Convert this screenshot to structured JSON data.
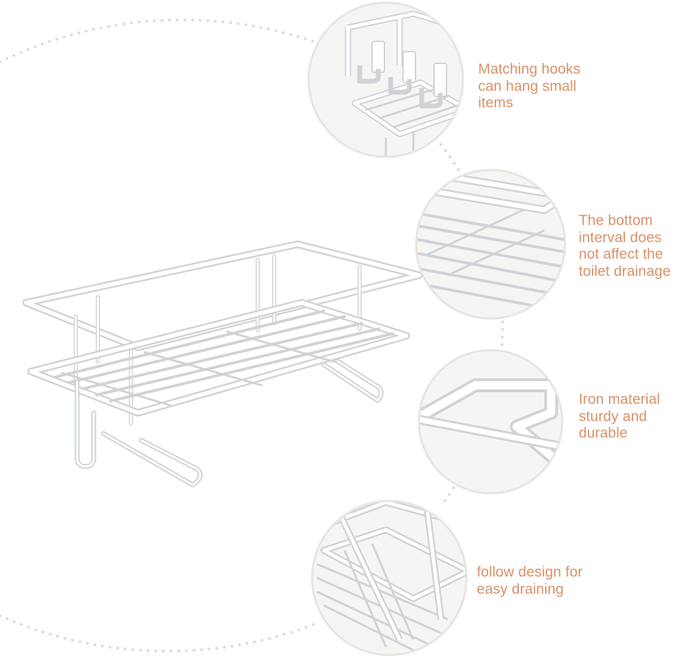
{
  "colors": {
    "accent_text": "#d9916a",
    "dot_ring": "#e6d8cc",
    "circle_border": "#e9e4df",
    "product_stroke": "#cfd3d6",
    "product_fill": "#ffffff",
    "detail_background": "#f5f5f4"
  },
  "product": {
    "icon": "wall-mounted-wire-shelf-basket-illustration"
  },
  "features": [
    {
      "icon": "hooks-detail-icon",
      "lines": [
        "Matching hooks",
        "can hang small",
        "items"
      ]
    },
    {
      "icon": "bottom-grid-detail-icon",
      "lines": [
        "The bottom",
        "interval does",
        "not affect the",
        "toilet drainage"
      ]
    },
    {
      "icon": "iron-frame-corner-detail-icon",
      "lines": [
        "Iron material",
        "sturdy and",
        "durable"
      ]
    },
    {
      "icon": "draining-design-detail-icon",
      "lines": [
        "follow design for",
        "easy draining"
      ]
    }
  ]
}
